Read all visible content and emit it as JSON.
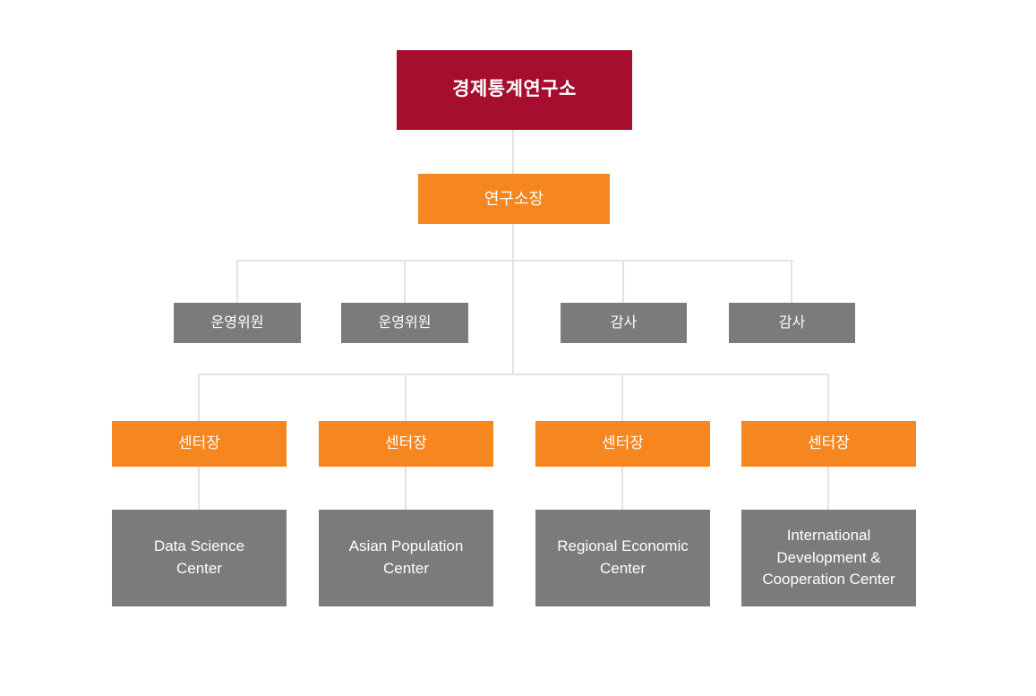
{
  "chart": {
    "root": {
      "label": "경제통계연구소"
    },
    "director": {
      "label": "연구소장"
    },
    "committee": [
      {
        "label": "운영위원"
      },
      {
        "label": "운영위원"
      },
      {
        "label": "감사"
      },
      {
        "label": "감사"
      }
    ],
    "center_heads": [
      {
        "label": "센터장"
      },
      {
        "label": "센터장"
      },
      {
        "label": "센터장"
      },
      {
        "label": "센터장"
      }
    ],
    "centers": [
      {
        "label": "Data Science\nCenter"
      },
      {
        "label": "Asian Population\nCenter"
      },
      {
        "label": "Regional Economic\nCenter"
      },
      {
        "label": "International\nDevelopment &\nCooperation Center"
      }
    ],
    "colors": {
      "root": "#a50e2e",
      "accent": "#f6861f",
      "gray": "#7b7b7b",
      "line": "#e3e3e3"
    }
  }
}
